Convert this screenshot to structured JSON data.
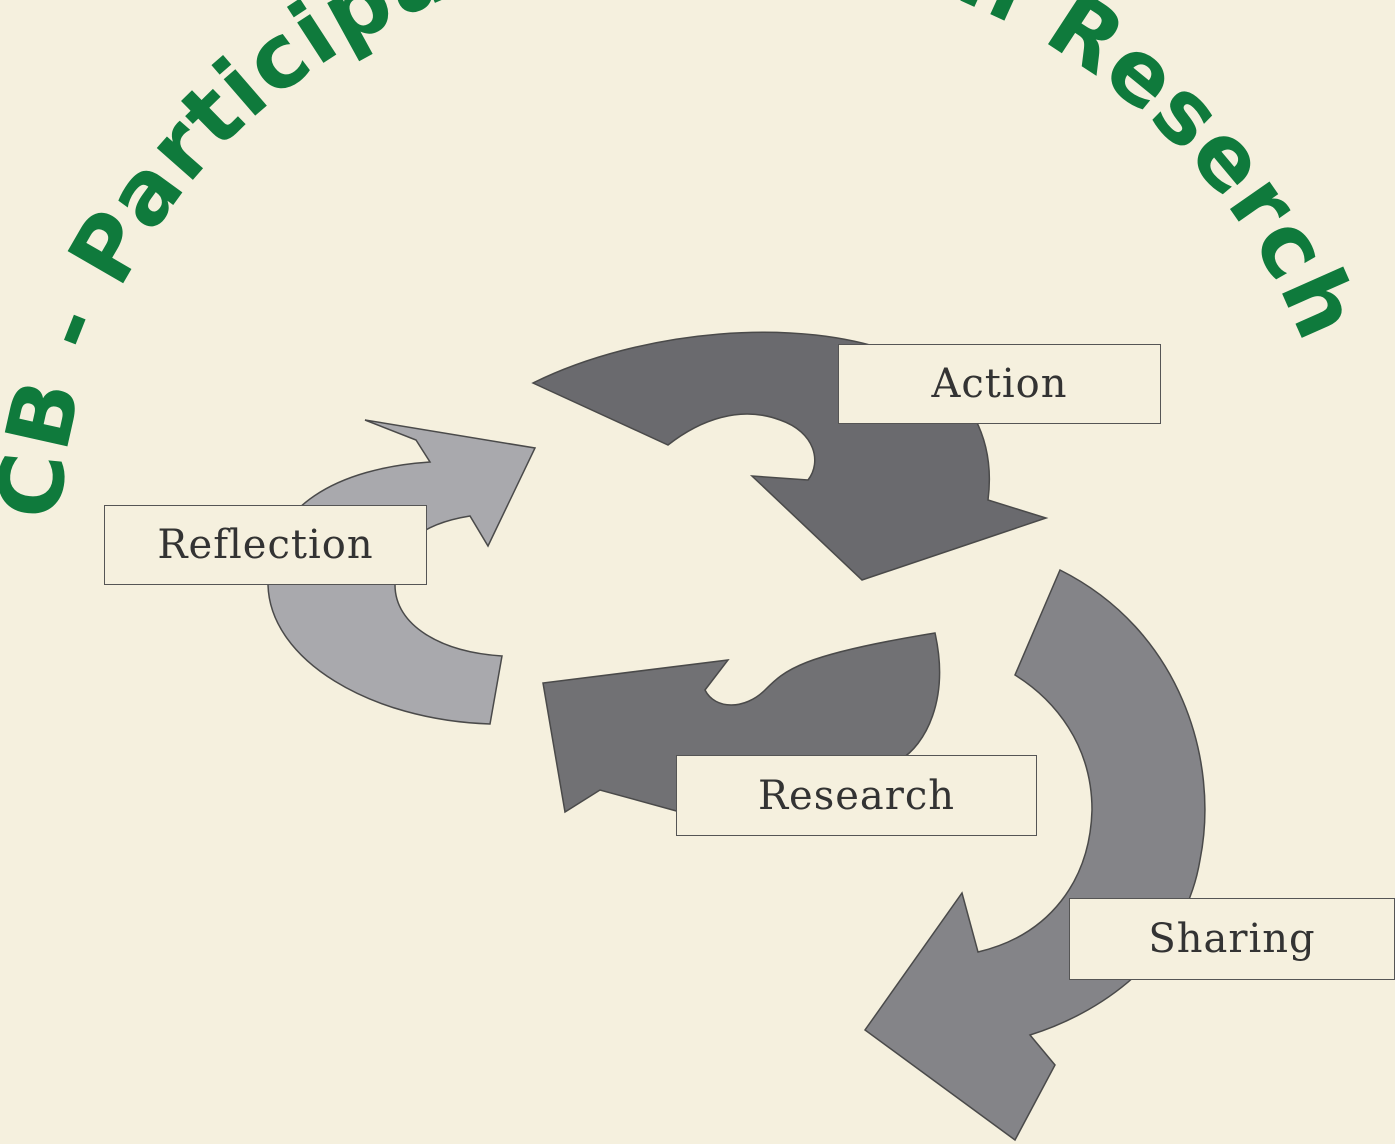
{
  "title": "CB  - Participatory Action Reserch",
  "colors": {
    "background": "#f5f0de",
    "title": "#0f7a3c",
    "arrow_dark": "#6a6a6e",
    "arrow_light": "#a9a9ad",
    "arrow_mid": "#848488"
  },
  "stages": {
    "action": "Action",
    "reflection": "Reflection",
    "research": "Research",
    "sharing": "Sharing"
  }
}
